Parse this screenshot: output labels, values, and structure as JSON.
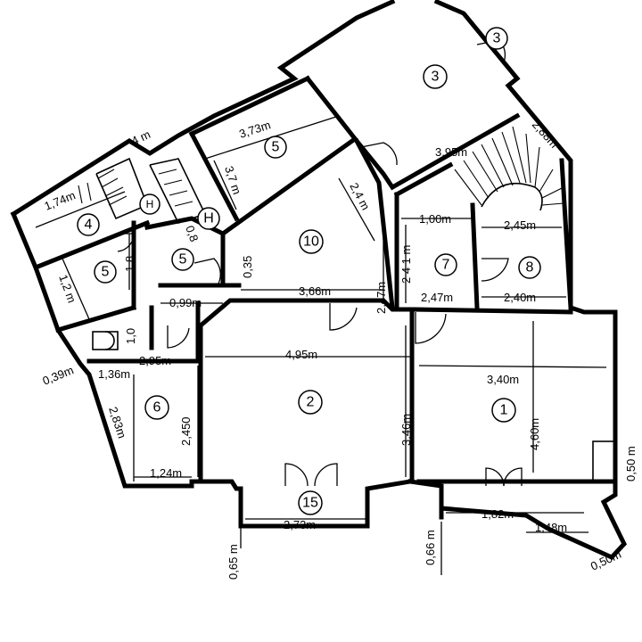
{
  "rooms": {
    "r1": "1",
    "r2": "2",
    "r3": "3",
    "r3b": "3",
    "r4": "4",
    "r5a": "5",
    "r5b": "5",
    "r5c": "5",
    "r6": "6",
    "r7": "7",
    "r8": "8",
    "r10": "10",
    "r15": "15",
    "h1": "H",
    "h2": "H"
  },
  "dims": {
    "d_373": "3,73m",
    "d_37_vert": "3,7 m",
    "d_174": "1,74m",
    "d_4m": "4 m",
    "d_395": "3,95m",
    "d_288": "2,88m",
    "d_24_diag": "2,4 m",
    "d_100": "1,00m",
    "d_245": "2,45m",
    "d_241": "2 4 1 m",
    "d_247v": "2,47m",
    "d_247h": "2,47m",
    "d_240": "2,40m",
    "d_18": "1 8",
    "d_12": "1,2 m",
    "d_08": "0,8",
    "d_035": "0,35",
    "d_366": "3,66m",
    "d_099": "0,99m",
    "d_10": "1,0",
    "d_295": "2,95m",
    "d_136": "1,36m",
    "d_039": "0,39m",
    "d_495": "4,95m",
    "d_340": "3,40m",
    "d_460": "4,60m",
    "d_346": "3,46m",
    "d_2450": "2,450",
    "d_283": "2,83m",
    "d_124": "1,24m",
    "d_273": "2,73m",
    "d_182": "1,82m",
    "d_148": "1,48m",
    "d_050a": "0,50 m",
    "d_050b": "0,50m",
    "d_065": "0,65 m",
    "d_066": "0,66 m"
  }
}
